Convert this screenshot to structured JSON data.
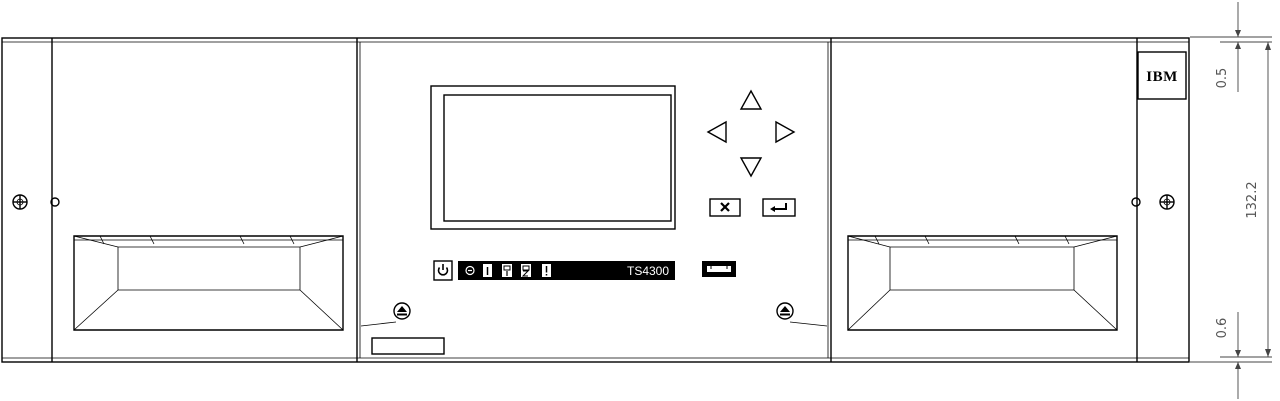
{
  "panel": {
    "model_label": "TS4300",
    "brand_label": "IBM"
  },
  "dimensions": {
    "top_offset": "0.5",
    "height": "132.2",
    "bottom_offset": "0.6"
  },
  "icons": {
    "power": "power-icon",
    "status": [
      "activity-icon",
      "info-icon",
      "drive-1-icon",
      "drive-2-icon",
      "warning-icon"
    ],
    "nav": [
      "up-arrow-icon",
      "left-arrow-icon",
      "right-arrow-icon",
      "down-arrow-icon"
    ],
    "cancel": "cancel-icon",
    "enter": "enter-icon",
    "usb": "usb-port-icon",
    "eject": "eject-icon"
  }
}
